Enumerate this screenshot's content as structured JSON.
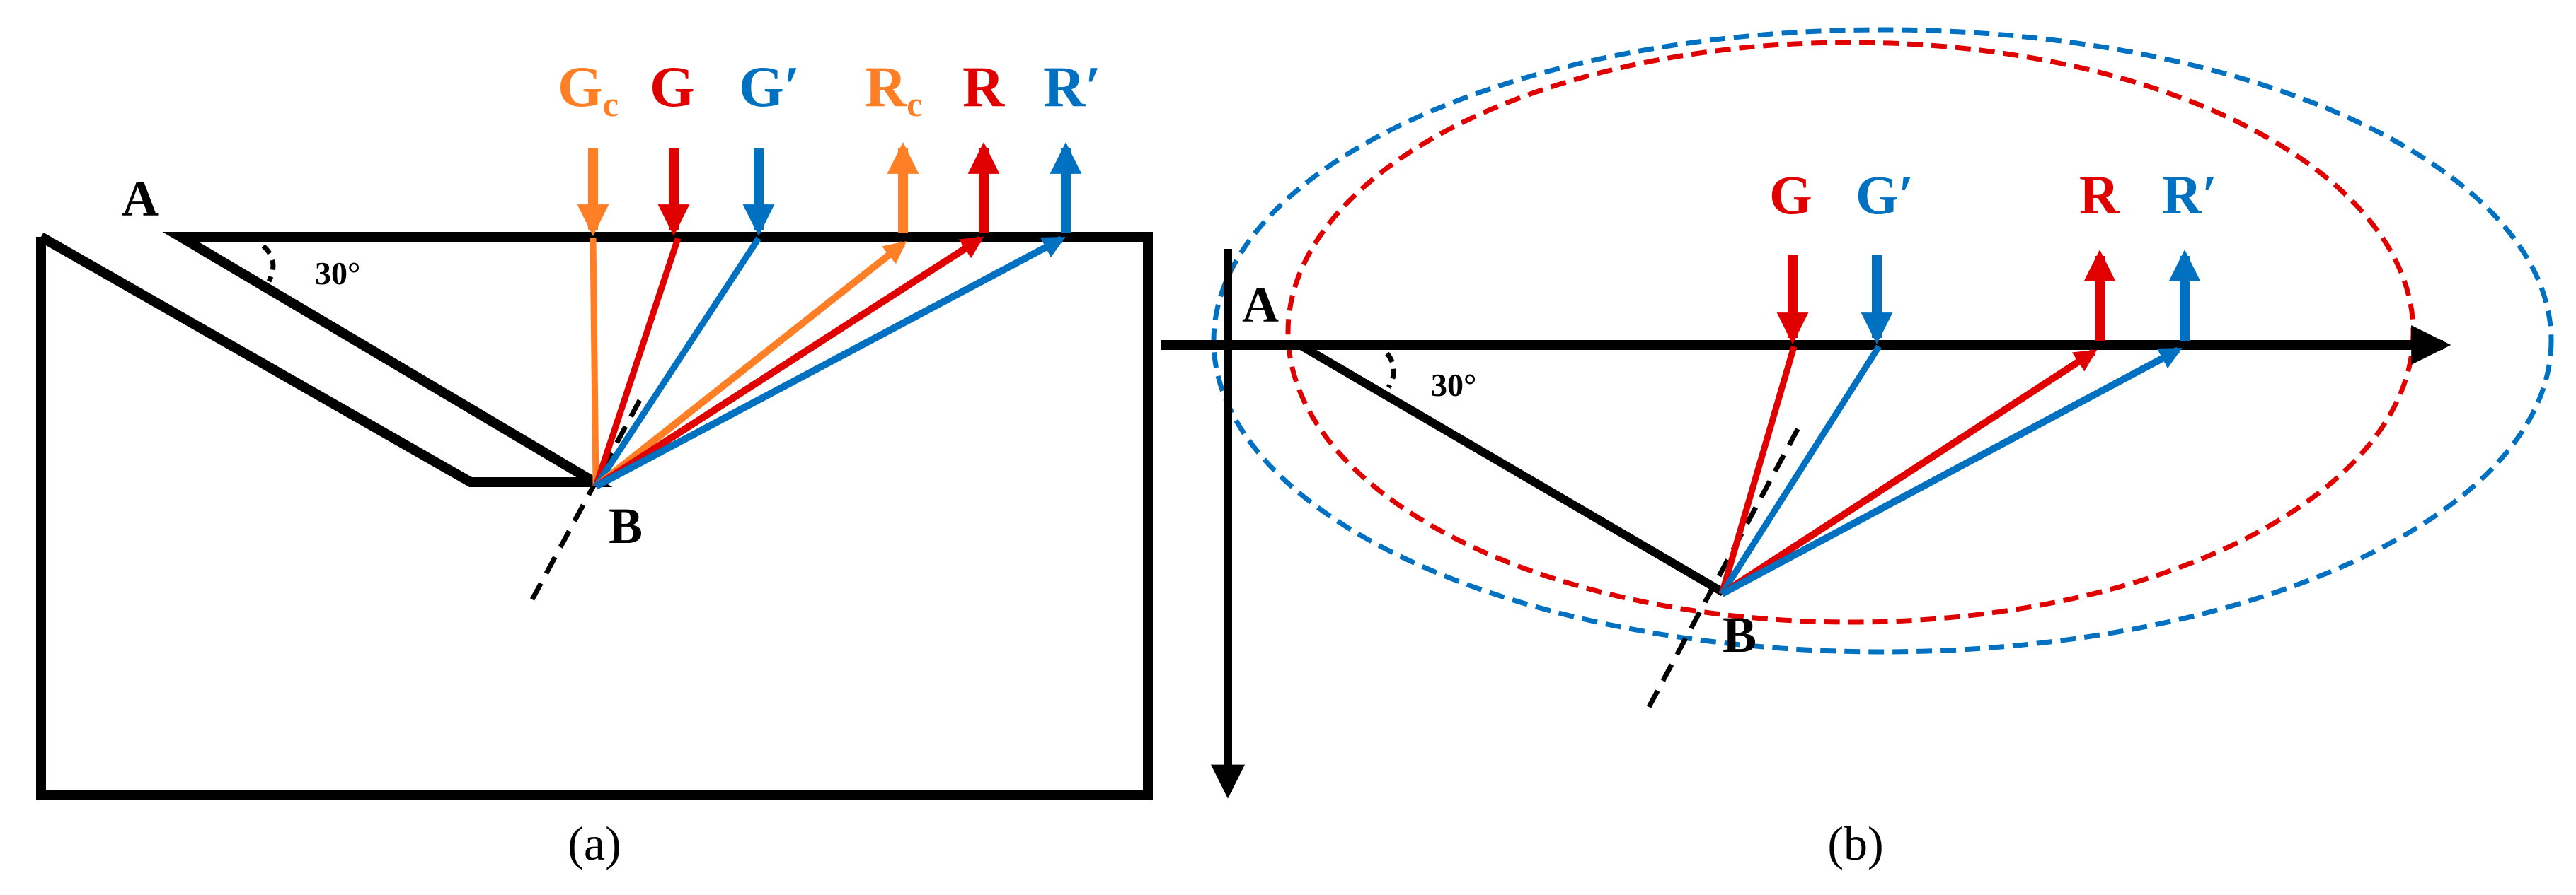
{
  "colors": {
    "black": "#000000",
    "red": "#e00000",
    "blue": "#0070c0",
    "orange": "#ff7f27"
  },
  "panel_a": {
    "caption": "(a)",
    "point_a": "A",
    "point_b": "B",
    "angle": "30°",
    "arrows": [
      {
        "base": "G",
        "sub": "c",
        "prime": "",
        "color": "orange"
      },
      {
        "base": "G",
        "sub": "",
        "prime": "",
        "color": "red"
      },
      {
        "base": "G",
        "sub": "",
        "prime": "′",
        "color": "blue"
      },
      {
        "base": "R",
        "sub": "c",
        "prime": "",
        "color": "orange"
      },
      {
        "base": "R",
        "sub": "",
        "prime": "",
        "color": "red"
      },
      {
        "base": "R",
        "sub": "",
        "prime": "′",
        "color": "blue"
      }
    ]
  },
  "panel_b": {
    "caption": "(b)",
    "point_a": "A",
    "point_b": "B",
    "angle": "30°",
    "arrows": [
      {
        "base": "G",
        "sub": "",
        "prime": "",
        "color": "red"
      },
      {
        "base": "G",
        "sub": "",
        "prime": "′",
        "color": "blue"
      },
      {
        "base": "R",
        "sub": "",
        "prime": "",
        "color": "red"
      },
      {
        "base": "R",
        "sub": "",
        "prime": "′",
        "color": "blue"
      }
    ]
  }
}
